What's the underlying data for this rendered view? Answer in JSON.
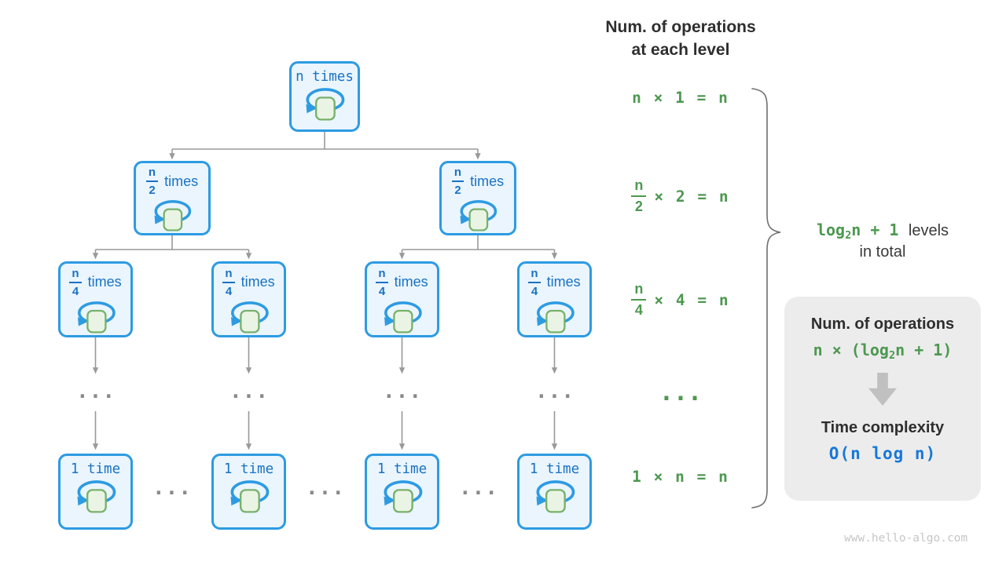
{
  "tree": {
    "root": {
      "label": "n times"
    },
    "level2": [
      {
        "num": "n",
        "den": "2",
        "suffix": "times"
      },
      {
        "num": "n",
        "den": "2",
        "suffix": "times"
      }
    ],
    "level3": [
      {
        "num": "n",
        "den": "4",
        "suffix": "times"
      },
      {
        "num": "n",
        "den": "4",
        "suffix": "times"
      },
      {
        "num": "n",
        "den": "4",
        "suffix": "times"
      },
      {
        "num": "n",
        "den": "4",
        "suffix": "times"
      }
    ],
    "level4": [
      {
        "label": "1 time"
      },
      {
        "label": "1 time"
      },
      {
        "label": "1 time"
      },
      {
        "label": "1 time"
      }
    ],
    "gap_dots": "...",
    "row_dots": "..."
  },
  "right_panel": {
    "header_line1": "Num. of operations",
    "header_line2": "at each level",
    "equations": {
      "row1": "n × 1 = n",
      "row2": {
        "num": "n",
        "den": "2",
        "rest": "× 2 = n"
      },
      "row3": {
        "num": "n",
        "den": "4",
        "rest": "× 4 = n"
      },
      "row4_dots": "...",
      "row5": "1 × n = n"
    },
    "brace_label": {
      "green_pre": "log",
      "green_sub": "2",
      "green_post": "n + 1",
      "dark_line1": "levels",
      "dark_line2": "in total"
    }
  },
  "summary_box": {
    "title1": "Num. of operations",
    "formula1": {
      "pre": "n × (log",
      "sub": "2",
      "post": "n + 1)"
    },
    "title2": "Time complexity",
    "formula2": "O(n log n)"
  },
  "watermark": "www.hello-algo.com",
  "colors": {
    "node_border": "#2d9be2",
    "node_fill": "#eaf5fd",
    "node_text": "#1a72c4",
    "loop_square_fill": "#eaf4e4",
    "loop_square_border": "#77b16b",
    "green": "#4d9850",
    "result_blue": "#1878d8",
    "connector_gray": "#999999",
    "dark_text": "#2e2e2e",
    "summary_bg": "#ececec",
    "arrow_gray": "#c0c0c0",
    "watermark_gray": "#c6c6c6"
  }
}
